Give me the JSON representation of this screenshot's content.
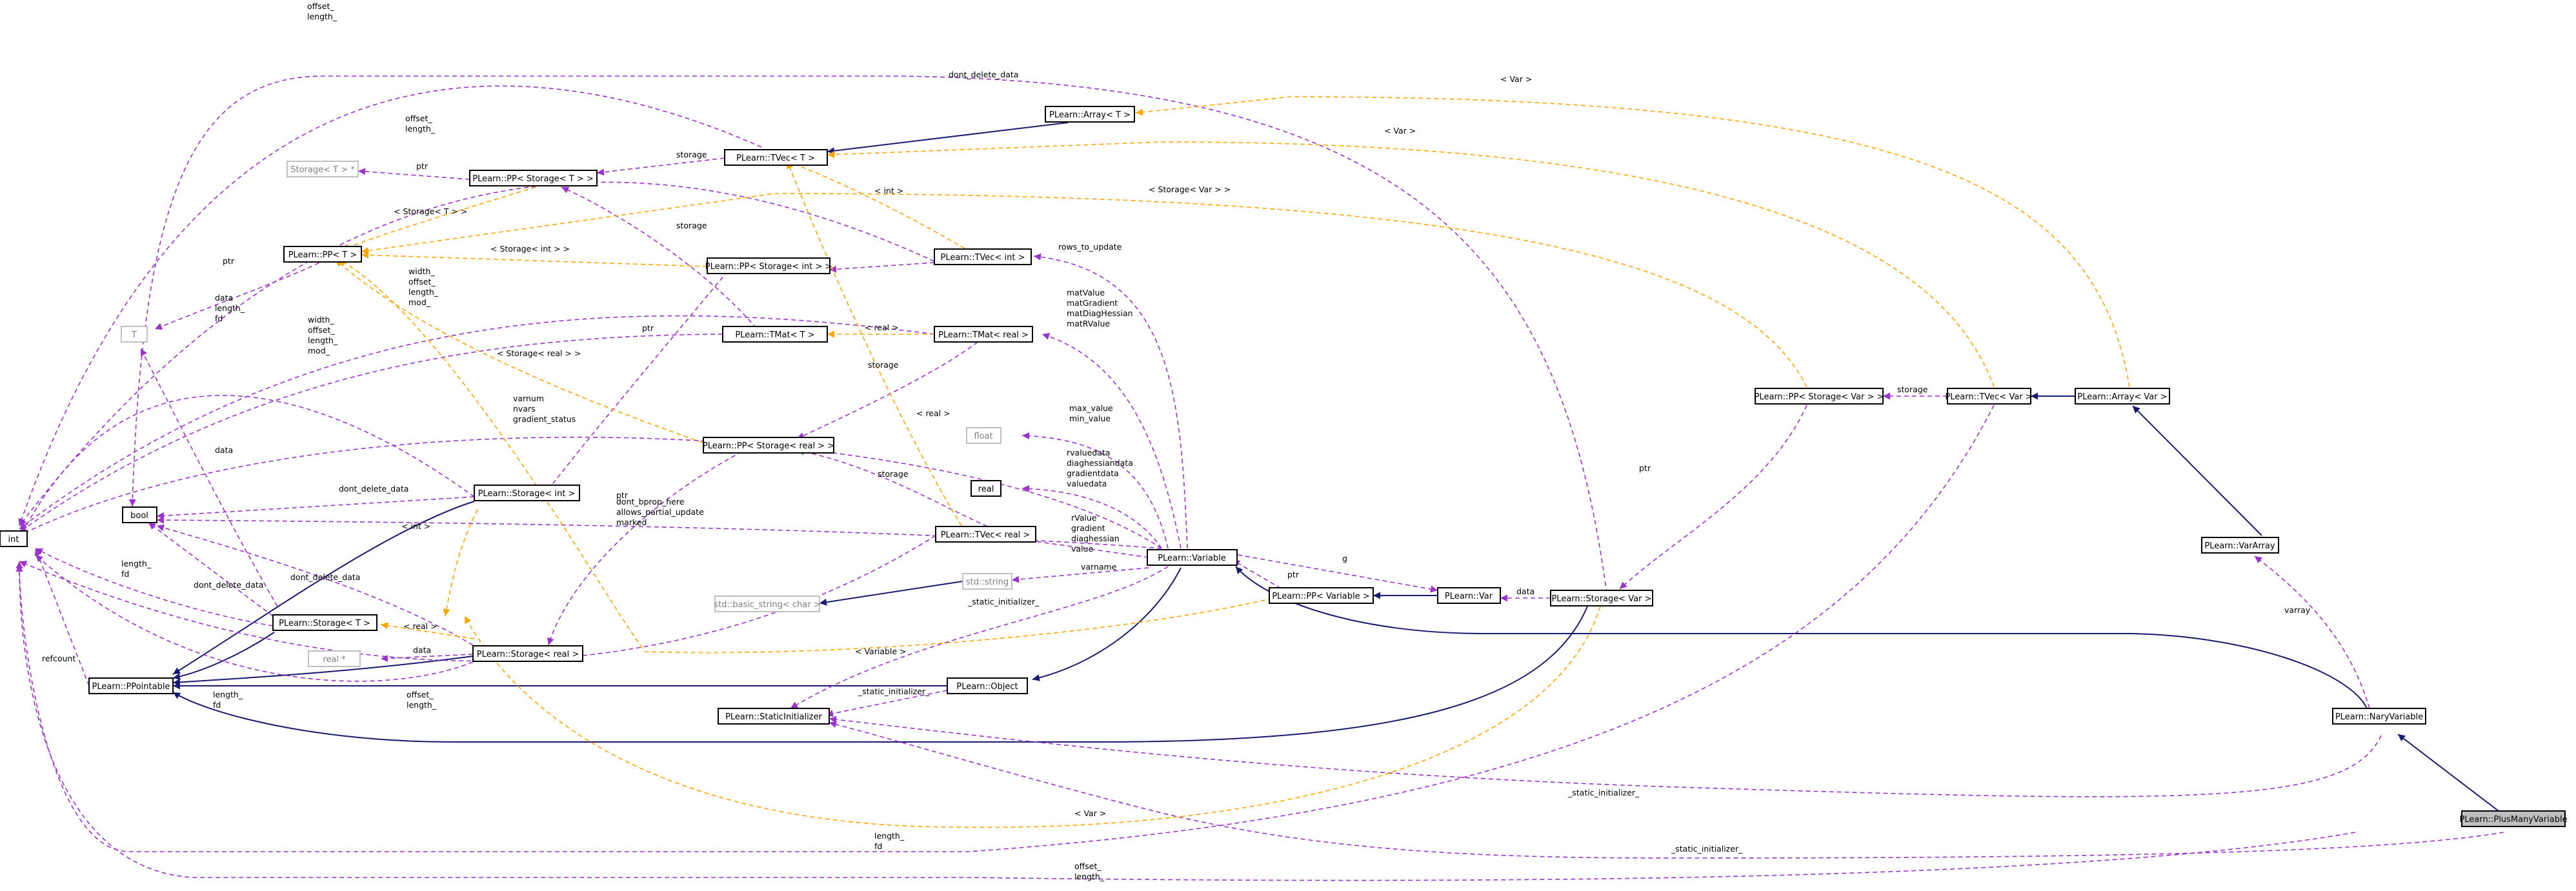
{
  "nodes": {
    "plusmany": "PLearn::PlusManyVariable",
    "nary": "PLearn::NaryVariable",
    "vararray": "PLearn::VarArray",
    "array_var": "PLearn::Array< Var >",
    "tvec_var": "PLearn::TVec< Var >",
    "pp_storage_var": "PLearn::PP< Storage< Var > >",
    "storage_var": "PLearn::Storage< Var >",
    "var": "PLearn::Var",
    "pp_variable": "PLearn::PP< Variable >",
    "variable": "PLearn::Variable",
    "object": "PLearn::Object",
    "static_init": "PLearn::StaticInitializer",
    "ppointable": "PLearn::PPointable",
    "int": "int",
    "bool": "bool",
    "T": "T",
    "float": "float",
    "real": "real",
    "real_ptr": "real *",
    "std_string": "std::string",
    "basic_string": "std::basic_string< char >",
    "storage_t_ptr": "Storage< T > *",
    "pp_storage_t": "PLearn::PP< Storage< T > >",
    "pp_t": "PLearn::PP< T >",
    "tvec_t": "PLearn::TVec< T >",
    "array_t": "PLearn::Array< T >",
    "tvec_int": "PLearn::TVec< int >",
    "pp_storage_int": "PLearn::PP< Storage< int > >",
    "tmat_t": "PLearn::TMat< T >",
    "tmat_real": "PLearn::TMat< real >",
    "pp_storage_real": "PLearn::PP< Storage< real > >",
    "storage_int": "PLearn::Storage< int >",
    "storage_t": "PLearn::Storage< T >",
    "storage_real": "PLearn::Storage< real >",
    "tvec_real": "PLearn::TVec< real >"
  },
  "labels": {
    "varray": "varray",
    "storage": "storage",
    "ptr": "ptr",
    "data": "data",
    "g": "g",
    "varname": "varname",
    "rows_to_update": "rows_to_update",
    "dont_delete_data": "dont_delete_data",
    "refcount": "refcount",
    "static_initializer": "_static_initializer_",
    "tpl_var_top": "< Var >",
    "tpl_var_mid": "< Var >",
    "tpl_var_bottom": "< Var >",
    "tpl_storage_var": "< Storage< Var > >",
    "tpl_variable": "< Variable >",
    "tpl_int": "< int >",
    "tpl_int2": "< int >",
    "tpl_real": "< real >",
    "tpl_real2": "< real >",
    "tpl_real3": "< real >",
    "tpl_storage_t": "< Storage< T > >",
    "tpl_storage_int": "< Storage< int > >",
    "tpl_storage_real": "< Storage< real > >",
    "offset_length": [
      "offset_",
      "length_"
    ],
    "matvalue_group": [
      "matValue",
      "matGradient",
      "matDiagHessian",
      "matRValue"
    ],
    "width_group": [
      "width_",
      "offset_",
      "length_",
      "mod_"
    ],
    "data_length_fd": [
      "data",
      "length_",
      "fd"
    ],
    "varnum_group": [
      "varnum",
      "nvars",
      "gradient_status"
    ],
    "maxmin": [
      "max_value",
      "min_value"
    ],
    "rvaluedata_group": [
      "rvaluedata",
      "diaghessiandata",
      "gradientdata",
      "valuedata"
    ],
    "rvalue_group": [
      "rValue",
      "gradient",
      "diaghessian",
      "value"
    ],
    "bprop_group": [
      "dont_bprop_here",
      "allows_partial_update",
      "marked"
    ],
    "length_fd": [
      "length_",
      "fd"
    ]
  }
}
